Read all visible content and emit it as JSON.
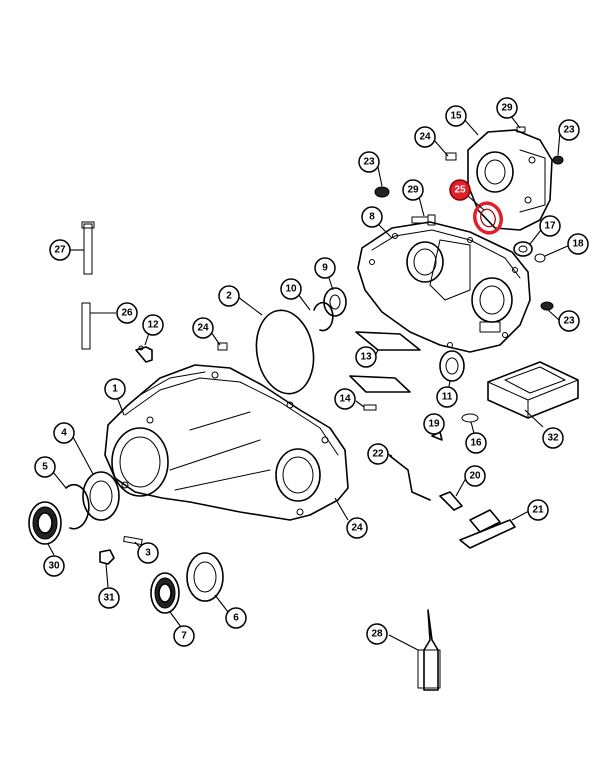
{
  "callouts": [
    {
      "id": "c1",
      "label": "1"
    },
    {
      "id": "c2",
      "label": "2"
    },
    {
      "id": "c3",
      "label": "3"
    },
    {
      "id": "c4",
      "label": "4"
    },
    {
      "id": "c5",
      "label": "5"
    },
    {
      "id": "c6",
      "label": "6"
    },
    {
      "id": "c7",
      "label": "7"
    },
    {
      "id": "c8",
      "label": "8"
    },
    {
      "id": "c9",
      "label": "9"
    },
    {
      "id": "c10",
      "label": "10"
    },
    {
      "id": "c11",
      "label": "11"
    },
    {
      "id": "c12",
      "label": "12"
    },
    {
      "id": "c13",
      "label": "13"
    },
    {
      "id": "c14",
      "label": "14"
    },
    {
      "id": "c15",
      "label": "15"
    },
    {
      "id": "c16",
      "label": "16"
    },
    {
      "id": "c17",
      "label": "17"
    },
    {
      "id": "c18",
      "label": "18"
    },
    {
      "id": "c19",
      "label": "19"
    },
    {
      "id": "c20",
      "label": "20"
    },
    {
      "id": "c21",
      "label": "21"
    },
    {
      "id": "c22",
      "label": "22"
    },
    {
      "id": "c23a",
      "label": "23"
    },
    {
      "id": "c23b",
      "label": "23"
    },
    {
      "id": "c23c",
      "label": "23"
    },
    {
      "id": "c24a",
      "label": "24"
    },
    {
      "id": "c24b",
      "label": "24"
    },
    {
      "id": "c24c",
      "label": "24"
    },
    {
      "id": "c25",
      "label": "25"
    },
    {
      "id": "c26",
      "label": "26"
    },
    {
      "id": "c27",
      "label": "27"
    },
    {
      "id": "c28",
      "label": "28"
    },
    {
      "id": "c29a",
      "label": "29"
    },
    {
      "id": "c29b",
      "label": "29"
    },
    {
      "id": "c30",
      "label": "30"
    },
    {
      "id": "c31",
      "label": "31"
    },
    {
      "id": "c32",
      "label": "32"
    }
  ],
  "highlight_color": "#e0202a",
  "highlighted_part": "25"
}
